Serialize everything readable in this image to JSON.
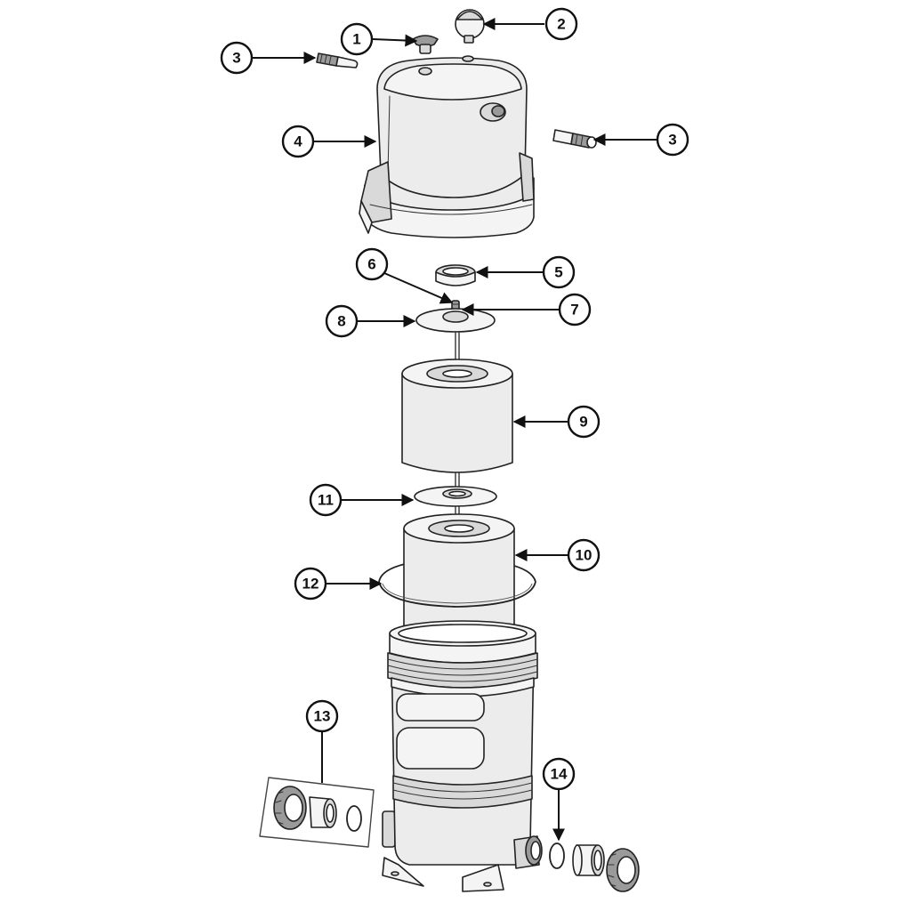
{
  "colors": {
    "line": "#111111",
    "part_fill": "#ececec",
    "background": "#ffffff"
  },
  "callouts": [
    {
      "id": "c1",
      "label": "1"
    },
    {
      "id": "c2",
      "label": "2"
    },
    {
      "id": "c3a",
      "label": "3"
    },
    {
      "id": "c3b",
      "label": "3"
    },
    {
      "id": "c4",
      "label": "4"
    },
    {
      "id": "c5",
      "label": "5"
    },
    {
      "id": "c6",
      "label": "6"
    },
    {
      "id": "c7",
      "label": "7"
    },
    {
      "id": "c8",
      "label": "8"
    },
    {
      "id": "c9",
      "label": "9"
    },
    {
      "id": "c10",
      "label": "10"
    },
    {
      "id": "c11",
      "label": "11"
    },
    {
      "id": "c12",
      "label": "12"
    },
    {
      "id": "c13",
      "label": "13"
    },
    {
      "id": "c14",
      "label": "14"
    }
  ]
}
